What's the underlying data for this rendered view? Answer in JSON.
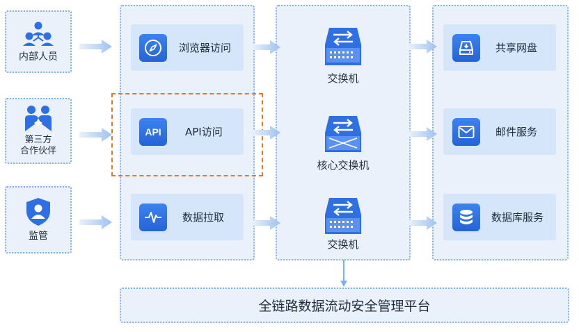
{
  "actors": [
    {
      "label": "内部人员",
      "icon": "people-group-icon"
    },
    {
      "label": "第三方\n合作伙伴",
      "icon": "handshake-people-icon"
    },
    {
      "label": "监管",
      "icon": "shield-user-icon"
    }
  ],
  "access": [
    {
      "label": "浏览器访问",
      "icon": "compass-icon"
    },
    {
      "label": "API访问",
      "icon": "api-icon",
      "icon_text": "API"
    },
    {
      "label": "数据拉取",
      "icon": "pulse-icon"
    }
  ],
  "switches": [
    {
      "label": "交换机"
    },
    {
      "label": "核心交换机"
    },
    {
      "label": "交换机"
    }
  ],
  "services": [
    {
      "label": "共享网盘",
      "icon": "drive-icon"
    },
    {
      "label": "邮件服务",
      "icon": "mail-icon"
    },
    {
      "label": "数据库服务",
      "icon": "database-icon"
    }
  ],
  "platform": {
    "label": "全链路数据流动安全管理平台"
  },
  "colors": {
    "accent": "#2f6fe4",
    "panel": "#eaf1fb",
    "card": "#d6e6fa",
    "border": "#7fb0ea",
    "highlight": "#e8761d",
    "arrow": "#a9c8f2"
  }
}
